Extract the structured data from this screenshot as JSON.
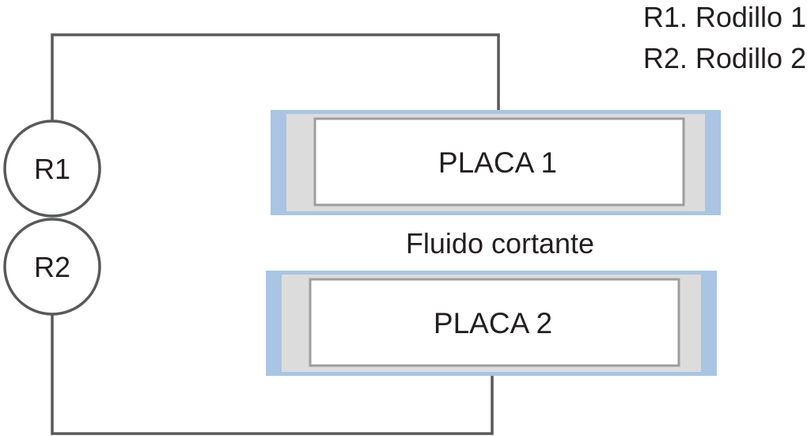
{
  "legend": [
    "R1. Rodillo 1",
    "R2. Rodillo 2"
  ],
  "rollers": [
    {
      "label": "R1"
    },
    {
      "label": "R2"
    }
  ],
  "plates": [
    {
      "label": "PLACA 1"
    },
    {
      "label": "PLACA 2"
    }
  ],
  "fluid_label": "Fluido cortante",
  "colors": {
    "wire": "#58595b",
    "plate_edge_blue": "#a9c5e3",
    "plate_frame_grey": "#dcdcdd",
    "plate_inner_border": "#9e9e9f",
    "text": "#231f20"
  }
}
